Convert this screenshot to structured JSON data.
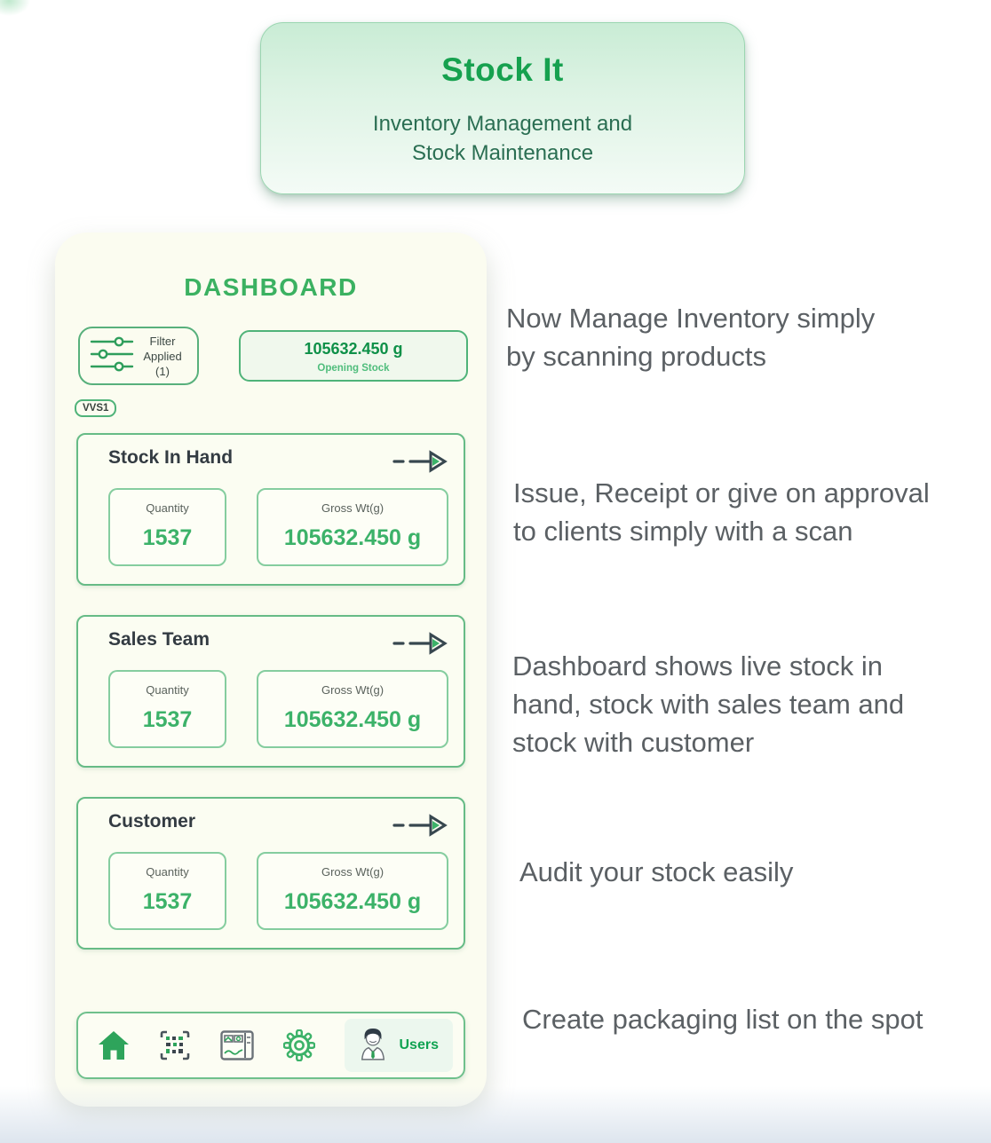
{
  "colors": {
    "accent_green": "#2fa85c",
    "dark_value_green": "#0f9048",
    "bright_value_green": "#3cb269",
    "panel_cream": "#fbfcf0",
    "border_green": "#66bb86",
    "feature_text_gray": "#5b6064",
    "section_title_dark": "#333b42"
  },
  "header_card": {
    "title": "Stock It",
    "subtitle_lines": [
      "Inventory Management and",
      "Stock Maintenance"
    ]
  },
  "phone": {
    "title": "DASHBOARD",
    "filter_button": {
      "lines": [
        "Filter",
        "Applied",
        "(1)"
      ]
    },
    "opening_stock": {
      "value": "105632.450 g",
      "label": "Opening Stock"
    },
    "filter_chip": "VVS1",
    "sections": [
      {
        "title": "Stock In Hand",
        "quantity_label": "Quantity",
        "quantity_value": "1537",
        "gross_label": "Gross Wt(g)",
        "gross_value": "105632.450 g"
      },
      {
        "title": "Sales Team",
        "quantity_label": "Quantity",
        "quantity_value": "1537",
        "gross_label": "Gross Wt(g)",
        "gross_value": "105632.450 g"
      },
      {
        "title": "Customer",
        "quantity_label": "Quantity",
        "quantity_value": "1537",
        "gross_label": "Gross Wt(g)",
        "gross_value": "105632.450 g"
      }
    ],
    "nav": {
      "icons": [
        "home-icon",
        "qr-scan-icon",
        "reports-icon",
        "settings-icon",
        "users-icon"
      ],
      "users_label": "Users"
    }
  },
  "features": [
    {
      "lines": [
        "Now Manage Inventory simply",
        "by scanning products"
      ]
    },
    {
      "lines": [
        "Issue, Receipt or give on approval",
        "to clients simply with a scan"
      ]
    },
    {
      "lines": [
        "Dashboard shows live stock in",
        "hand, stock with sales team and",
        "stock with customer"
      ]
    },
    {
      "lines": [
        "Audit your stock easily"
      ]
    },
    {
      "lines": [
        "Create packaging list on the spot"
      ]
    }
  ]
}
